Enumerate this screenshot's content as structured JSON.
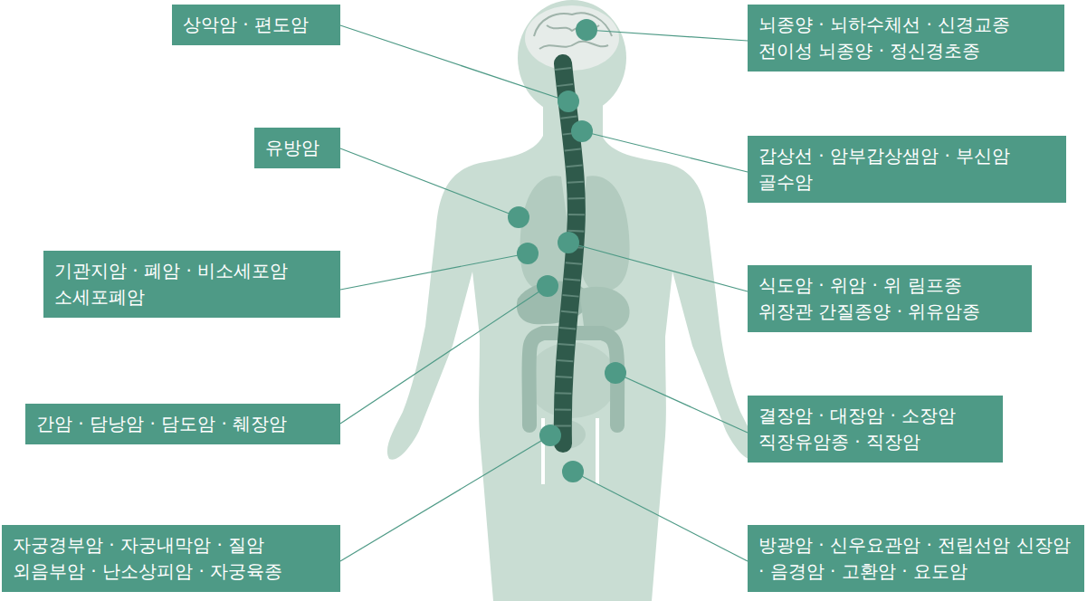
{
  "diagram": {
    "nodes": [
      {
        "text": [
          "상악암 · 편도암"
        ]
      },
      {
        "text": [
          "뇌종양 · 뇌하수체선 · 신경교종 전이성 뇌종양 · 정신경초종"
        ]
      },
      {
        "text": [
          "유방암"
        ]
      },
      {
        "text": [
          "갑상선 · 암부갑상샘암 · 부신암 골수암"
        ]
      },
      {
        "text": [
          "기관지암 · 폐암 · 비소세포암 소세포폐암"
        ]
      },
      {
        "text": [
          "식도암 · 위암 · 위 림프종 위장관 간질종양 · 위유암종"
        ]
      },
      {
        "text": [
          "간암 · 담낭암 · 담도암 · 췌장암"
        ]
      },
      {
        "text": [
          "결장암 · 대장암 · 소장암 직장유암종 · 직장암"
        ]
      },
      {
        "text": [
          "자궁경부암 · 자궁내막암 · 질암 외음부암 · 난소상피암 · 자궁육종"
        ]
      },
      {
        "text": [
          "방광암 · 신우요관암 · 전립선암 신장암 · 음경암 · 고환암 · 요도암"
        ]
      }
    ]
  }
}
